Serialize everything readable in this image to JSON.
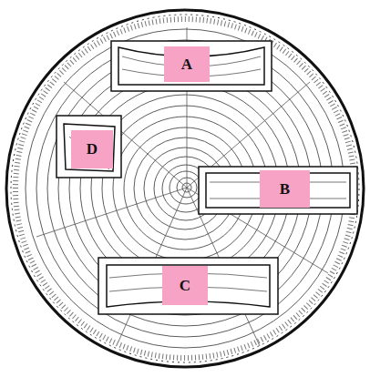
{
  "diagram": {
    "nodes": [
      {
        "text": [
          "A"
        ]
      },
      {
        "text": [
          "D"
        ]
      },
      {
        "text": [
          "B"
        ]
      },
      {
        "text": [
          "C"
        ]
      }
    ]
  }
}
